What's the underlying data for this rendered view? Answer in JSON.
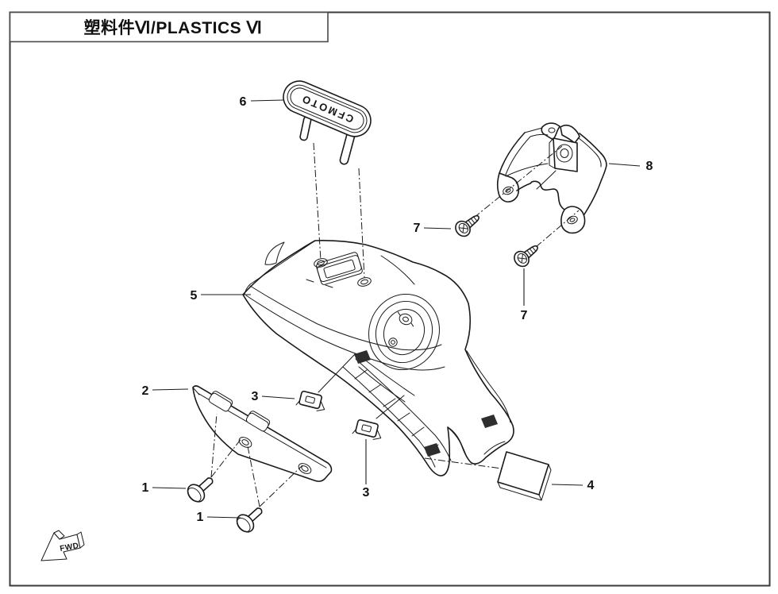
{
  "title": "塑料件Ⅵ/PLASTICS Ⅵ",
  "badge": {
    "logo_text": "CFMOTO"
  },
  "direction_marker": {
    "label": "FWD"
  },
  "callouts": {
    "c1a": "1",
    "c1b": "1",
    "c2": "2",
    "c3a": "3",
    "c3b": "3",
    "c4": "4",
    "c5": "5",
    "c6": "6",
    "c7a": "7",
    "c7b": "7",
    "c8": "8"
  },
  "colors": {
    "background": "#ffffff",
    "line": "#1a1a1a",
    "border": "#3a3a3a",
    "text": "#111111"
  }
}
